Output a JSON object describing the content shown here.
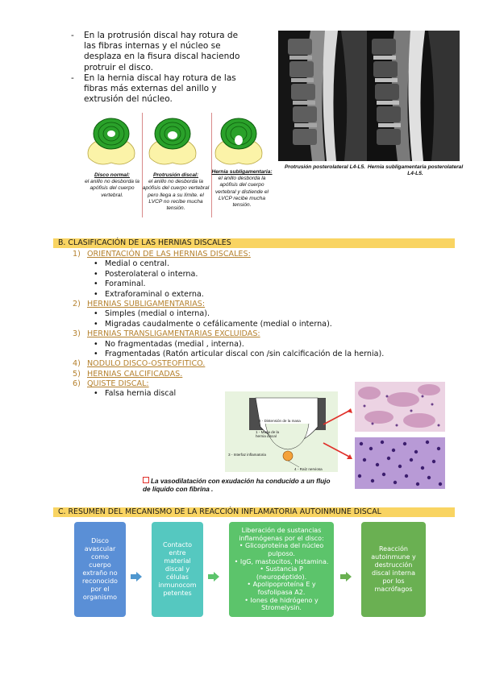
{
  "top_bullets": [
    "En la protrusión discal hay rotura de las fibras internas y el núcleo se desplaza en la fisura discal haciendo protruir el disco.",
    "En la hernia discal hay rotura de las fibras más externas del anillo y extrusión del núcleo."
  ],
  "discs": [
    {
      "title": "Disco normal:",
      "text": "el anillo no desborda la apófisis del cuerpo vertebral."
    },
    {
      "title": "Protrusión discal:",
      "text": "el anillo no desborda la apófisis del cuerpo vertebral pero llega a su límite. el LVCP no recibe mucha tensión."
    },
    {
      "title": "Hernia subligamentaria:",
      "text": "el anillo desborda la apófisis del cuerpo vertebral y distiende el LVCP recibe mucha tensión."
    }
  ],
  "mri": [
    {
      "caption": "Protrusión posterolateral L4-L5."
    },
    {
      "caption": "Hernia subligamentaria posterolateral L4-L5."
    }
  ],
  "section_b": {
    "title": "B.  CLASIFICACIÓN DE LAS HERNIAS DISCALES",
    "groups": [
      {
        "num": "1)",
        "heading": "ORIENTACIÓN DE LAS HERNIAS DISCALES:",
        "items": [
          "Medial o central.",
          "Posterolateral o interna.",
          "Foraminal.",
          "Extraforaminal o externa."
        ]
      },
      {
        "num": "2)",
        "heading": "HERNIAS SUBLIGAMENTARIAS:",
        "items": [
          "Simples (medial o interna).",
          "Migradas caudalmente o cefálicamente (medial o interna)."
        ]
      },
      {
        "num": "3)",
        "heading": "HERNIAS TRANSLIGAMENTARIAS EXCLUIDAS:",
        "items": [
          "No fragmentadas (medial , interna).",
          "Fragmentadas (Ratón articular discal con /sin calcificación de la hernia)."
        ]
      },
      {
        "num": "4)",
        "heading": "NODULO DISCO-OSTEOFITICO.",
        "items": []
      },
      {
        "num": "5)",
        "heading": "HERNIAS CALCIFICADAS.",
        "items": []
      },
      {
        "num": "6)",
        "heading": "QUISTE DISCAL:",
        "items": [
          "Falsa hernia discal"
        ]
      }
    ]
  },
  "diagram": {
    "labels": {
      "distension": "2 - Distensión de la masa",
      "masa": "1 - Masa de la hernia discal",
      "interfaz": "3 - Interfaz inflamatoria",
      "raiz": "4 - Raíz nerviosa"
    },
    "caption": "La vasodilatación con exudación  ha conducido a un flujo de líquido con fibrina ."
  },
  "section_c": {
    "title": "C.  RESUMEN DEL MECANISMO DE LA REACCIÓN INFLAMATORIA AUTOINMUNE DISCAL",
    "steps": [
      {
        "text": "Disco avascular como cuerpo extraño no reconocido por el organismo",
        "color": "#5a8fd6"
      },
      {
        "text": "Contacto entre material discal y células inmunocom petentes",
        "color": "#55c8c0"
      },
      {
        "text": "Liberación de sustancias inflamógenas por el disco:\n• Glicoproteína del núcleo pulposo.\n• IgG, mastocitos, histamina.\n• Sustancia P (neuropéptido).\n• Apolipoproteína E y fosfolipasa A2.\n• Iones de hidrógeno y Stromelysin.",
        "color": "#5cc46b"
      },
      {
        "text": "Reacción autoinmune y destrucción discal interna por los macrófagos",
        "color": "#6ab052"
      }
    ],
    "arrow_color": "#4f97cf"
  }
}
